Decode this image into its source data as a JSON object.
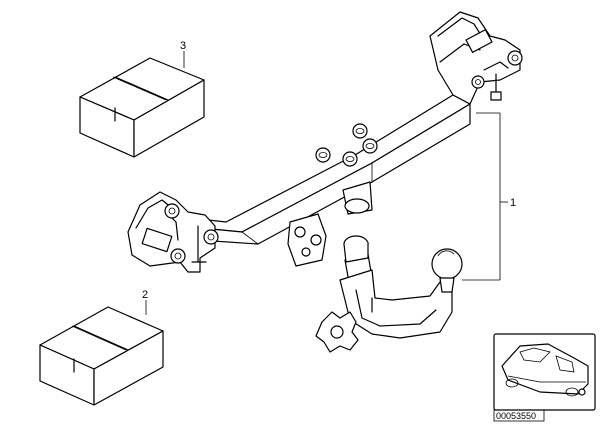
{
  "callouts": {
    "item1": "1",
    "item2": "2",
    "item3": "3"
  },
  "drawing_code": "00053550",
  "icons": [
    "box-kit",
    "towbar-crossmember",
    "detachable-ball-head",
    "car-thumbnail"
  ]
}
